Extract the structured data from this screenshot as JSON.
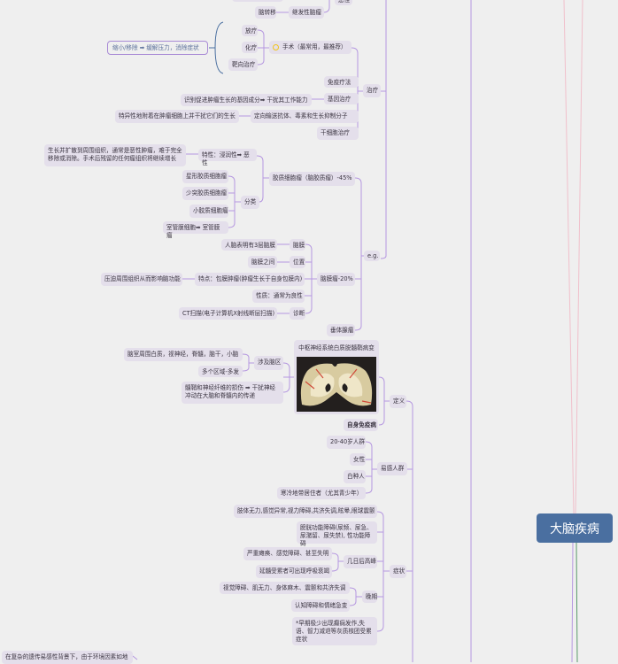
{
  "root": "大脑疾病",
  "nodes": {
    "top_cut": "",
    "malignant": "恶性",
    "secondary": "继发性脑瘤",
    "metastasis": "脑转移",
    "radiotherapy": "放疗",
    "chemo": "化疗",
    "targeted": "靶向治疗",
    "surgery": "手术（最常用，最推荐）",
    "surgery_note": "缩小/移除 ➡ 缓解压力，消除症状",
    "immuno": "免疫疗法",
    "gene": "基因治疗",
    "gene_note": "识别促进肿瘤生长的基因成分➡ 干扰其工作能力",
    "treatment": "治疗",
    "directed": "定向输送抗体、毒素和生长抑制分子",
    "directed_note": "特异性地附着在肿瘤细胞上并干扰它们的生长",
    "stemcell": "干细胞治疗",
    "glioma_note": "生长并扩散到周围组织，通常是恶性肿瘤，难于完全移除或消除。手术后残留的任何瘤组织将继续增长",
    "glioma_trait": "特性：浸润性➡ 恶性",
    "astro": "星形胶质细胞瘤",
    "oligo": "少突胶质细胞瘤",
    "microglia": "小胶质细胞瘤",
    "ependymal": "室管膜细胞➡ 室管膜瘤",
    "classification": "分类",
    "glioma": "胶质细胞瘤（脑胶质瘤）-45%",
    "eg": "e.g.",
    "meninges": "脑膜",
    "meninges_note": "人脑表明有3层脑膜",
    "location": "位置",
    "location_note": "脑膜之间",
    "feature": "特点：包膜肿瘤(肿瘤生长于自身包膜内)",
    "feature_note": "压迫周围组织从而影响脑功能",
    "nature": "性质：通常为良性",
    "diagnosis": "诊断",
    "ct": "CT扫描(电子计算机X射线断层扫描)",
    "meningioma": "脑膜瘤-20%",
    "pituitary": "垂体腺瘤",
    "areas": "涉及脑区",
    "areas_1": "脑室周围白质，视神经，脊髓，脑干，小脑",
    "areas_2": "多个区域-多发",
    "myelin": "髓鞘和神经纤维的损伤 ➡ 干扰神经冲动在大脑和脊髓内的传递",
    "image_caption": "中枢神经系统白质脱髓鞘病变",
    "autoimmune": "自身免疫病",
    "definition": "定义",
    "age": "20-40岁人群",
    "female": "女性",
    "white": "白种人",
    "cold": "寒冷地带居住者（尤其青少年）",
    "susceptible": "易感人群",
    "sym1": "肢体无力,感觉异常,视力障碍,共济失调,眩晕,眼球震颤",
    "sym2": "膀胱功能障碍(尿频、尿急、尿潴留、尿失禁), 性功能障碍",
    "peak": "几日后高峰",
    "peak_1": "严重瘫痪、感觉障碍、甚至失明",
    "peak_2": "延髓受累者可出现呼吸衰竭",
    "late": "晚期",
    "late_1": "视觉障碍、肌无力、身体麻木、震颤和共济失调",
    "late_2": "认知障碍和情绪急变",
    "early": "*早期极少出现癫痫发作,失语、智力减退等灰质核团受累症状",
    "symptoms": "症状",
    "bottom_note": "在复杂的遗传易感性背景下，由于环境因素如地"
  },
  "colors": {
    "root": "#4a6fa0",
    "line": "#b597e0",
    "node": "#e4dfeb",
    "pink": "#f0b8c4",
    "green": "#5a9a6a"
  }
}
